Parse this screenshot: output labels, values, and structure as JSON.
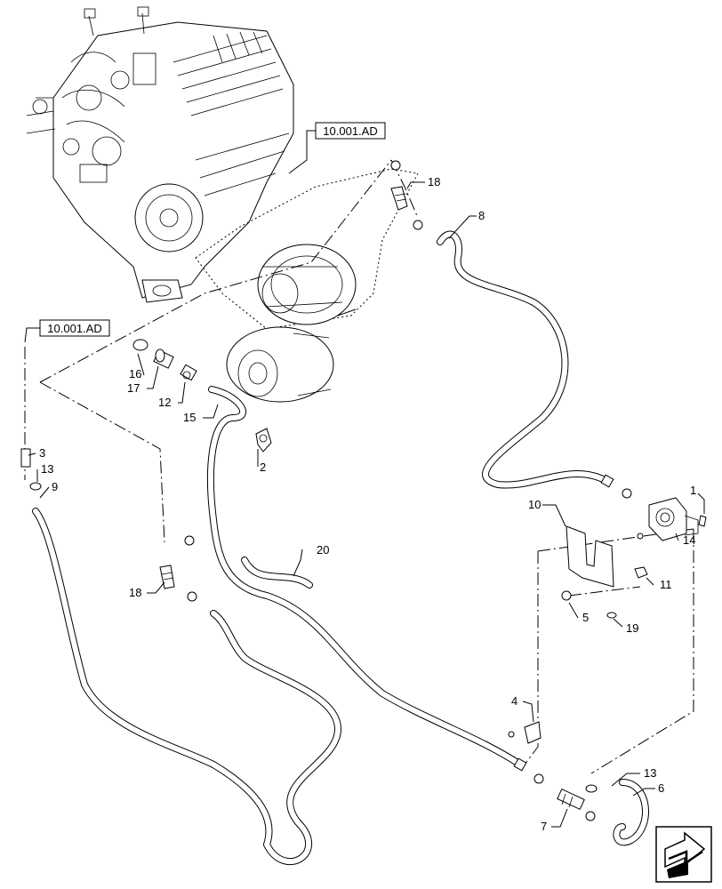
{
  "references": {
    "top": "10.001.AD",
    "left": "10.001.AD"
  },
  "callouts": {
    "c1": "1",
    "c2": "2",
    "c3": "3",
    "c4": "4",
    "c5": "5",
    "c6": "6",
    "c7": "7",
    "c8": "8",
    "c9": "9",
    "c10": "10",
    "c11": "11",
    "c12": "12",
    "c13a": "13",
    "c13b": "13",
    "c14": "14",
    "c15": "15",
    "c16": "16",
    "c17": "17",
    "c18a": "18",
    "c18b": "18",
    "c19": "19",
    "c20": "20"
  },
  "icons": {
    "engine": "engine-assembly-icon",
    "pump": "hydraulic-pump-icon",
    "nav": "next-page-arrow-icon"
  }
}
